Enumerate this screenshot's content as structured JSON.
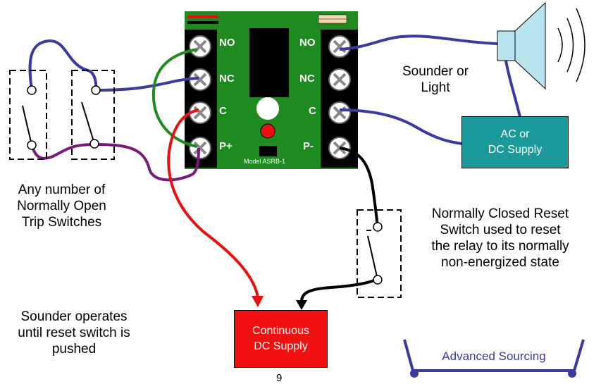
{
  "relay_board": {
    "left_terminals": [
      "NO",
      "NC",
      "C",
      "P+"
    ],
    "right_terminals": [
      "NO",
      "NC",
      "C",
      "P-"
    ],
    "model": "Model ASRB-1"
  },
  "sounder_label": [
    "Sounder or",
    "Light"
  ],
  "ac_dc_supply": [
    "AC or",
    "DC Supply"
  ],
  "trip_switches_label": [
    "Any number of",
    "Normally Open",
    "Trip Switches"
  ],
  "reset_switch_label": [
    "Normally Closed Reset",
    "Switch used to reset",
    "the relay to its normally",
    "non-energized state"
  ],
  "sounder_note": [
    "Sounder operates",
    "until reset switch is",
    "pushed"
  ],
  "continuous_supply": [
    "Continuous",
    "DC Supply"
  ],
  "logo_text": "Advanced Sourcing",
  "page_number": "9",
  "colors": {
    "board": "#1f8a1f",
    "terminal_block": "#000000",
    "wire_blue": "#3a3aa0",
    "wire_purple": "#7a1a7a",
    "wire_green": "#1f8a1f",
    "wire_red": "#e81010",
    "wire_black": "#000000",
    "supply_teal": "#1a9a9a",
    "dc_supply_red": "#f01010",
    "speaker": "#b8e4ee"
  }
}
